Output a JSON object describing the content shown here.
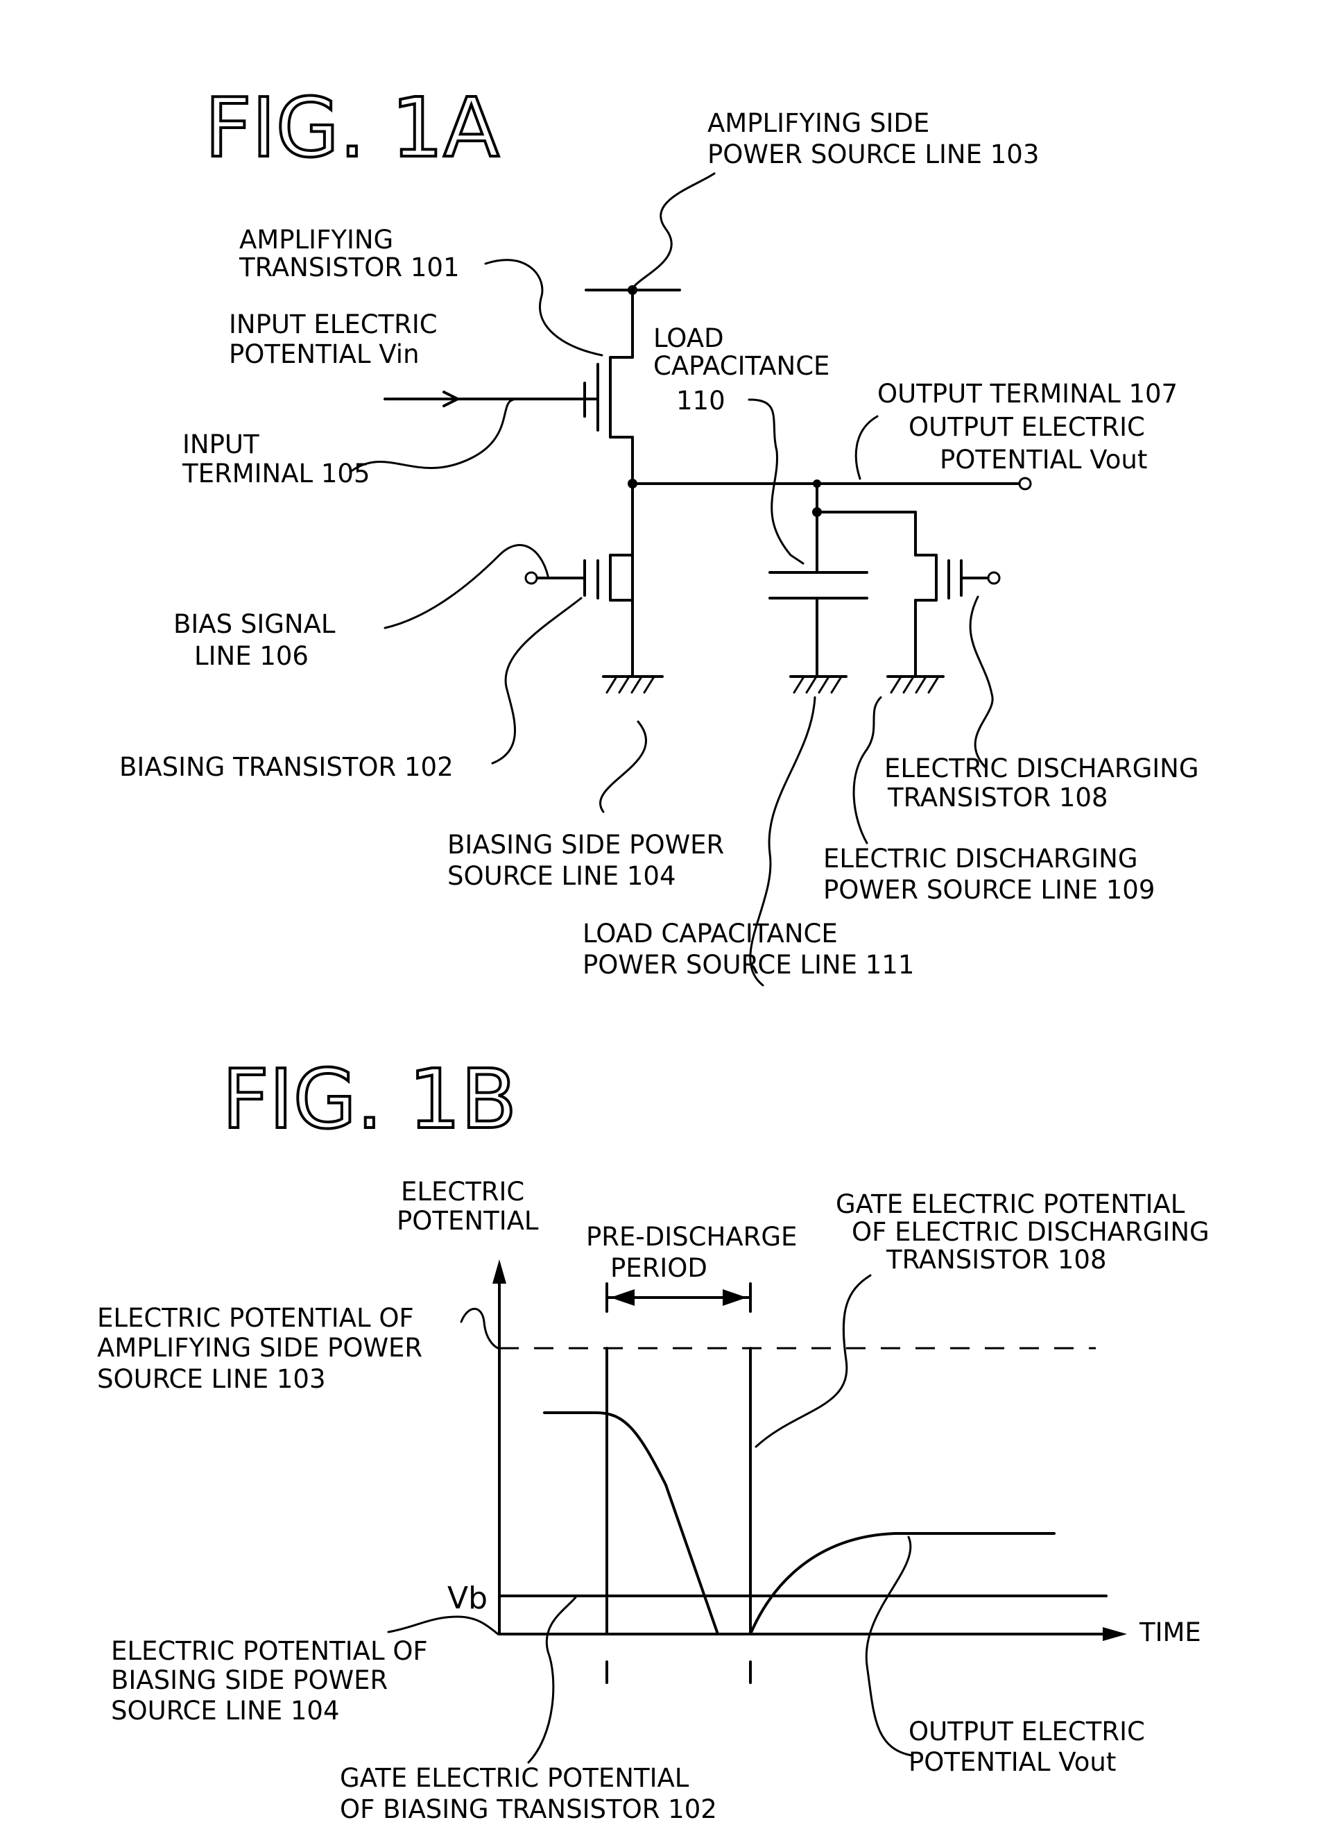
{
  "fig1a": {
    "title": "FIG. 1A",
    "amp_power_line": [
      "AMPLIFYING SIDE",
      "POWER SOURCE LINE 103"
    ],
    "amp_transistor": [
      "AMPLIFYING",
      "TRANSISTOR 101"
    ],
    "input_potential": [
      "INPUT ELECTRIC",
      "POTENTIAL Vin"
    ],
    "input_terminal": [
      "INPUT",
      "TERMINAL 105"
    ],
    "load_cap": [
      "LOAD",
      "CAPACITANCE",
      "110"
    ],
    "output_terminal": "OUTPUT TERMINAL 107",
    "output_potential": [
      "OUTPUT ELECTRIC",
      "POTENTIAL Vout"
    ],
    "bias_signal": [
      "BIAS SIGNAL",
      "LINE  106"
    ],
    "biasing_transistor": "BIASING TRANSISTOR 102",
    "bias_power_line": [
      "BIASING SIDE POWER",
      "SOURCE LINE  104"
    ],
    "discharge_transistor": [
      "ELECTRIC DISCHARGING",
      "TRANSISTOR  108"
    ],
    "discharge_power_line": [
      "ELECTRIC DISCHARGING",
      "POWER SOURCE LINE 109"
    ],
    "load_cap_power_line": [
      "LOAD CAPACITANCE",
      "POWER SOURCE LINE 111"
    ]
  },
  "fig1b": {
    "title": "FIG. 1B",
    "y_axis": [
      "ELECTRIC",
      "POTENTIAL"
    ],
    "x_axis": "TIME",
    "pre_discharge": [
      "PRE-DISCHARGE",
      "PERIOD"
    ],
    "gate_discharge": [
      "GATE ELECTRIC POTENTIAL",
      "OF ELECTRIC DISCHARGING",
      "TRANSISTOR 108"
    ],
    "amp_level": [
      "ELECTRIC POTENTIAL OF",
      "AMPLIFYING SIDE POWER",
      "SOURCE LINE  103"
    ],
    "vb": "Vb",
    "bias_level": [
      "ELECTRIC POTENTIAL OF",
      "BIASING SIDE POWER",
      "SOURCE LINE  104"
    ],
    "gate_bias": [
      "GATE ELECTRIC POTENTIAL",
      "OF BIASING TRANSISTOR 102"
    ],
    "vout": [
      "OUTPUT ELECTRIC",
      "POTENTIAL Vout"
    ]
  }
}
